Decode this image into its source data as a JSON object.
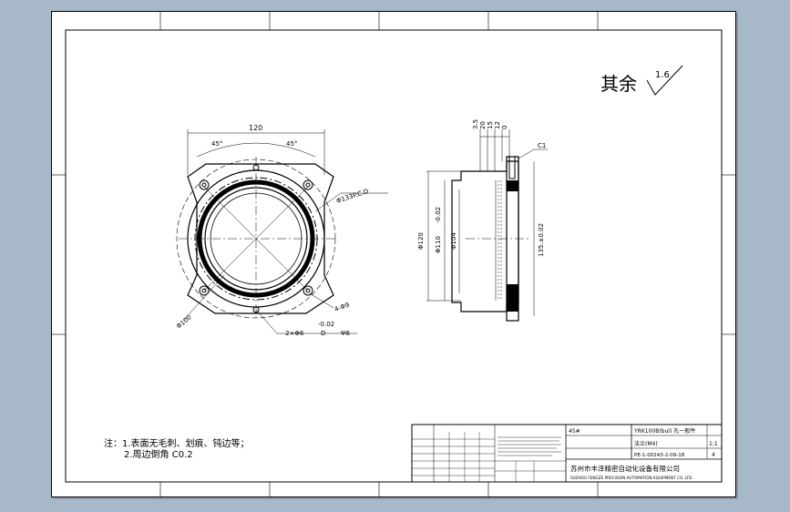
{
  "roughness": {
    "label": "其余",
    "value": "1.6"
  },
  "front_view": {
    "width_dim": "120",
    "angle_left": "45°",
    "angle_right": "45°",
    "pcd_dim": "Φ133P.C.D",
    "hole_dim": "4-Φ9",
    "center_hole": "Φ100",
    "pin_hole": "2×Φ6",
    "pin_tol": "-0.02",
    "pin_depth": "Ψ6",
    "pin_datum": "D"
  },
  "side_view": {
    "top_dims": [
      "3.5",
      "20",
      "15",
      "12",
      "0"
    ],
    "chamfer": "C1",
    "dia_120": "Φ120",
    "dia_110": "Φ110",
    "dia_110_tol": "-0.02",
    "dia_104": "Φ104",
    "dia_135": "135.±0.02"
  },
  "notes": {
    "line1": "注：1.表面无毛刺、划痕、钝边等；",
    "line2": "2.周边倒角 C0.2"
  },
  "title_block": {
    "drawing_name": "YRK100B(bul) 孔一般件",
    "part_name": "法兰(M4)",
    "drawing_no": "PE-1-00243-2-09-18",
    "scale": "1:1",
    "sheet": "4",
    "material": "45#",
    "company_cn": "苏州市丰泽精密自动化设备有限公司",
    "company_en": "SUZHOU FENGZE PRECISION AUTOMATION EQUIPMENT CO.,LTD."
  }
}
